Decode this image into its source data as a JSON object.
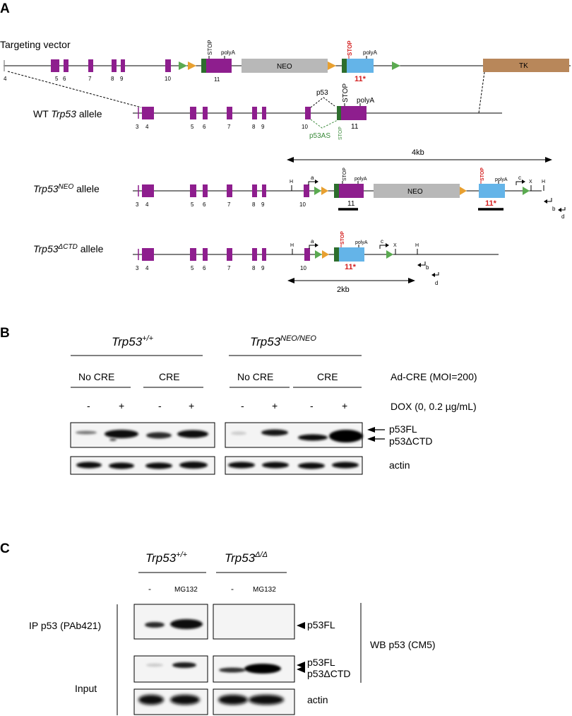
{
  "panels": {
    "A": "A",
    "B": "B",
    "C": "C"
  },
  "colors": {
    "exon": "#8e1e8e",
    "neo": "#b8b8b8",
    "exon11_star": "#64b4e8",
    "tk": "#b8875a",
    "stop_box": "#2d6e2d",
    "loxp": "#5aaa50",
    "frt": "#e8a030",
    "stop_red": "#d42020",
    "p53as": "#3a8a3a"
  },
  "panelA": {
    "targeting_vector": "Targeting vector",
    "wt_allele": {
      "gene": "Trp53",
      "prefix": "WT ",
      "suffix": " allele"
    },
    "neo_allele": {
      "gene": "Trp53",
      "sup": "NEO",
      "suffix": " allele"
    },
    "ctd_allele": {
      "gene": "Trp53",
      "sup": "ΔCTD",
      "suffix": " allele"
    },
    "stop": "STOP",
    "polyA": "polyA",
    "neo": "NEO",
    "tk": "TK",
    "p53": "p53",
    "p53as": "p53AS",
    "ex11star": "11*",
    "exons_vector": [
      "4",
      "5",
      "6",
      "7",
      "8",
      "9",
      "10",
      "11"
    ],
    "exons_wt": [
      "3",
      "4",
      "5",
      "6",
      "7",
      "8",
      "9",
      "10",
      "11"
    ],
    "exons_neo": [
      "3",
      "4",
      "5",
      "6",
      "7",
      "8",
      "9",
      "10",
      "11"
    ],
    "exons_ctd": [
      "3",
      "4",
      "5",
      "6",
      "7",
      "8",
      "9",
      "10"
    ],
    "primers": [
      "a",
      "b",
      "c",
      "d"
    ],
    "sites": {
      "H": "H",
      "X": "X"
    },
    "size_4kb": "4kb",
    "size_2kb": "2kb"
  },
  "panelB": {
    "geno1": {
      "gene": "Trp53",
      "sup": "+/+"
    },
    "geno2": {
      "gene": "Trp53",
      "sup": "NEO/NEO"
    },
    "no_cre": "No CRE",
    "cre": "CRE",
    "adcre": "Ad-CRE (MOI=200)",
    "dox_label": "DOX (0, 0.2 µg/mL)",
    "lanes": [
      "-",
      "+",
      "-",
      "+",
      "-",
      "+",
      "-",
      "+"
    ],
    "p53fl": "p53FL",
    "p53ctd": "p53ΔCTD",
    "actin": "actin"
  },
  "panelC": {
    "geno1": {
      "gene": "Trp53",
      "sup": "+/+"
    },
    "geno2": {
      "gene": "Trp53",
      "sup": "Δ/Δ"
    },
    "lanes": [
      "-",
      "MG132",
      "-",
      "MG132"
    ],
    "ip_label": "IP p53 (PAb421)",
    "input_label": "Input",
    "wb_label": "WB p53 (CM5)",
    "p53fl": "p53FL",
    "p53ctd": "p53ΔCTD",
    "actin": "actin"
  }
}
